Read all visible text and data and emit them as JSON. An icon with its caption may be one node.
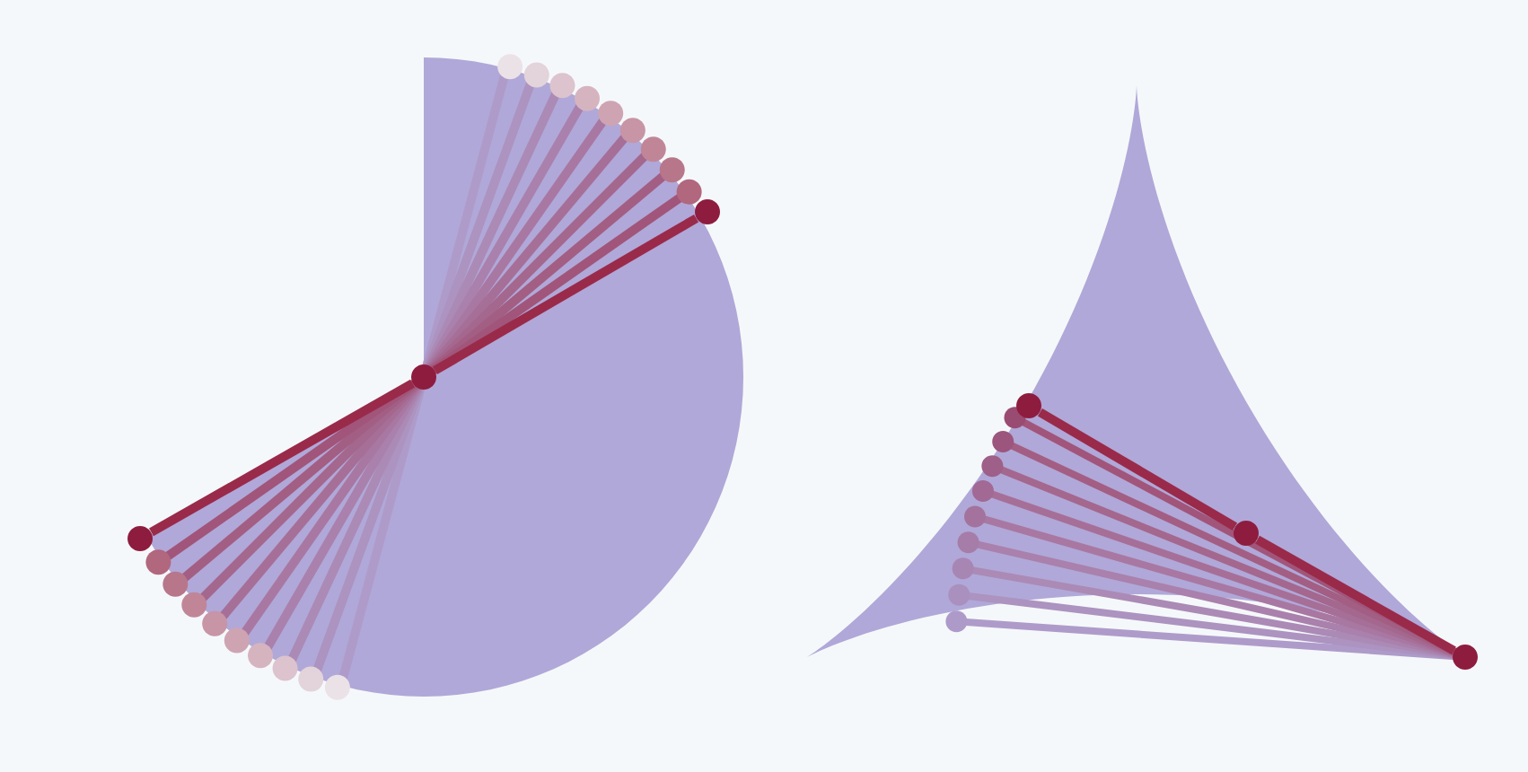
{
  "diagram": {
    "nodes": [
      {
        "text": [],
        "shape": "circle"
      },
      {
        "text": [],
        "shape": "circle"
      },
      {
        "text": [],
        "shape": "circle"
      },
      {
        "text": [],
        "shape": "circle"
      },
      {
        "text": [],
        "shape": "circle"
      },
      {
        "text": [],
        "shape": "circle"
      }
    ],
    "edges": [
      {
        "from": 0,
        "to": 1,
        "arrow": "none"
      },
      {
        "from": 1,
        "to": 2,
        "arrow": "none"
      },
      {
        "from": 3,
        "to": 4,
        "arrow": "none"
      },
      {
        "from": 4,
        "to": 5,
        "arrow": "none"
      }
    ]
  }
}
